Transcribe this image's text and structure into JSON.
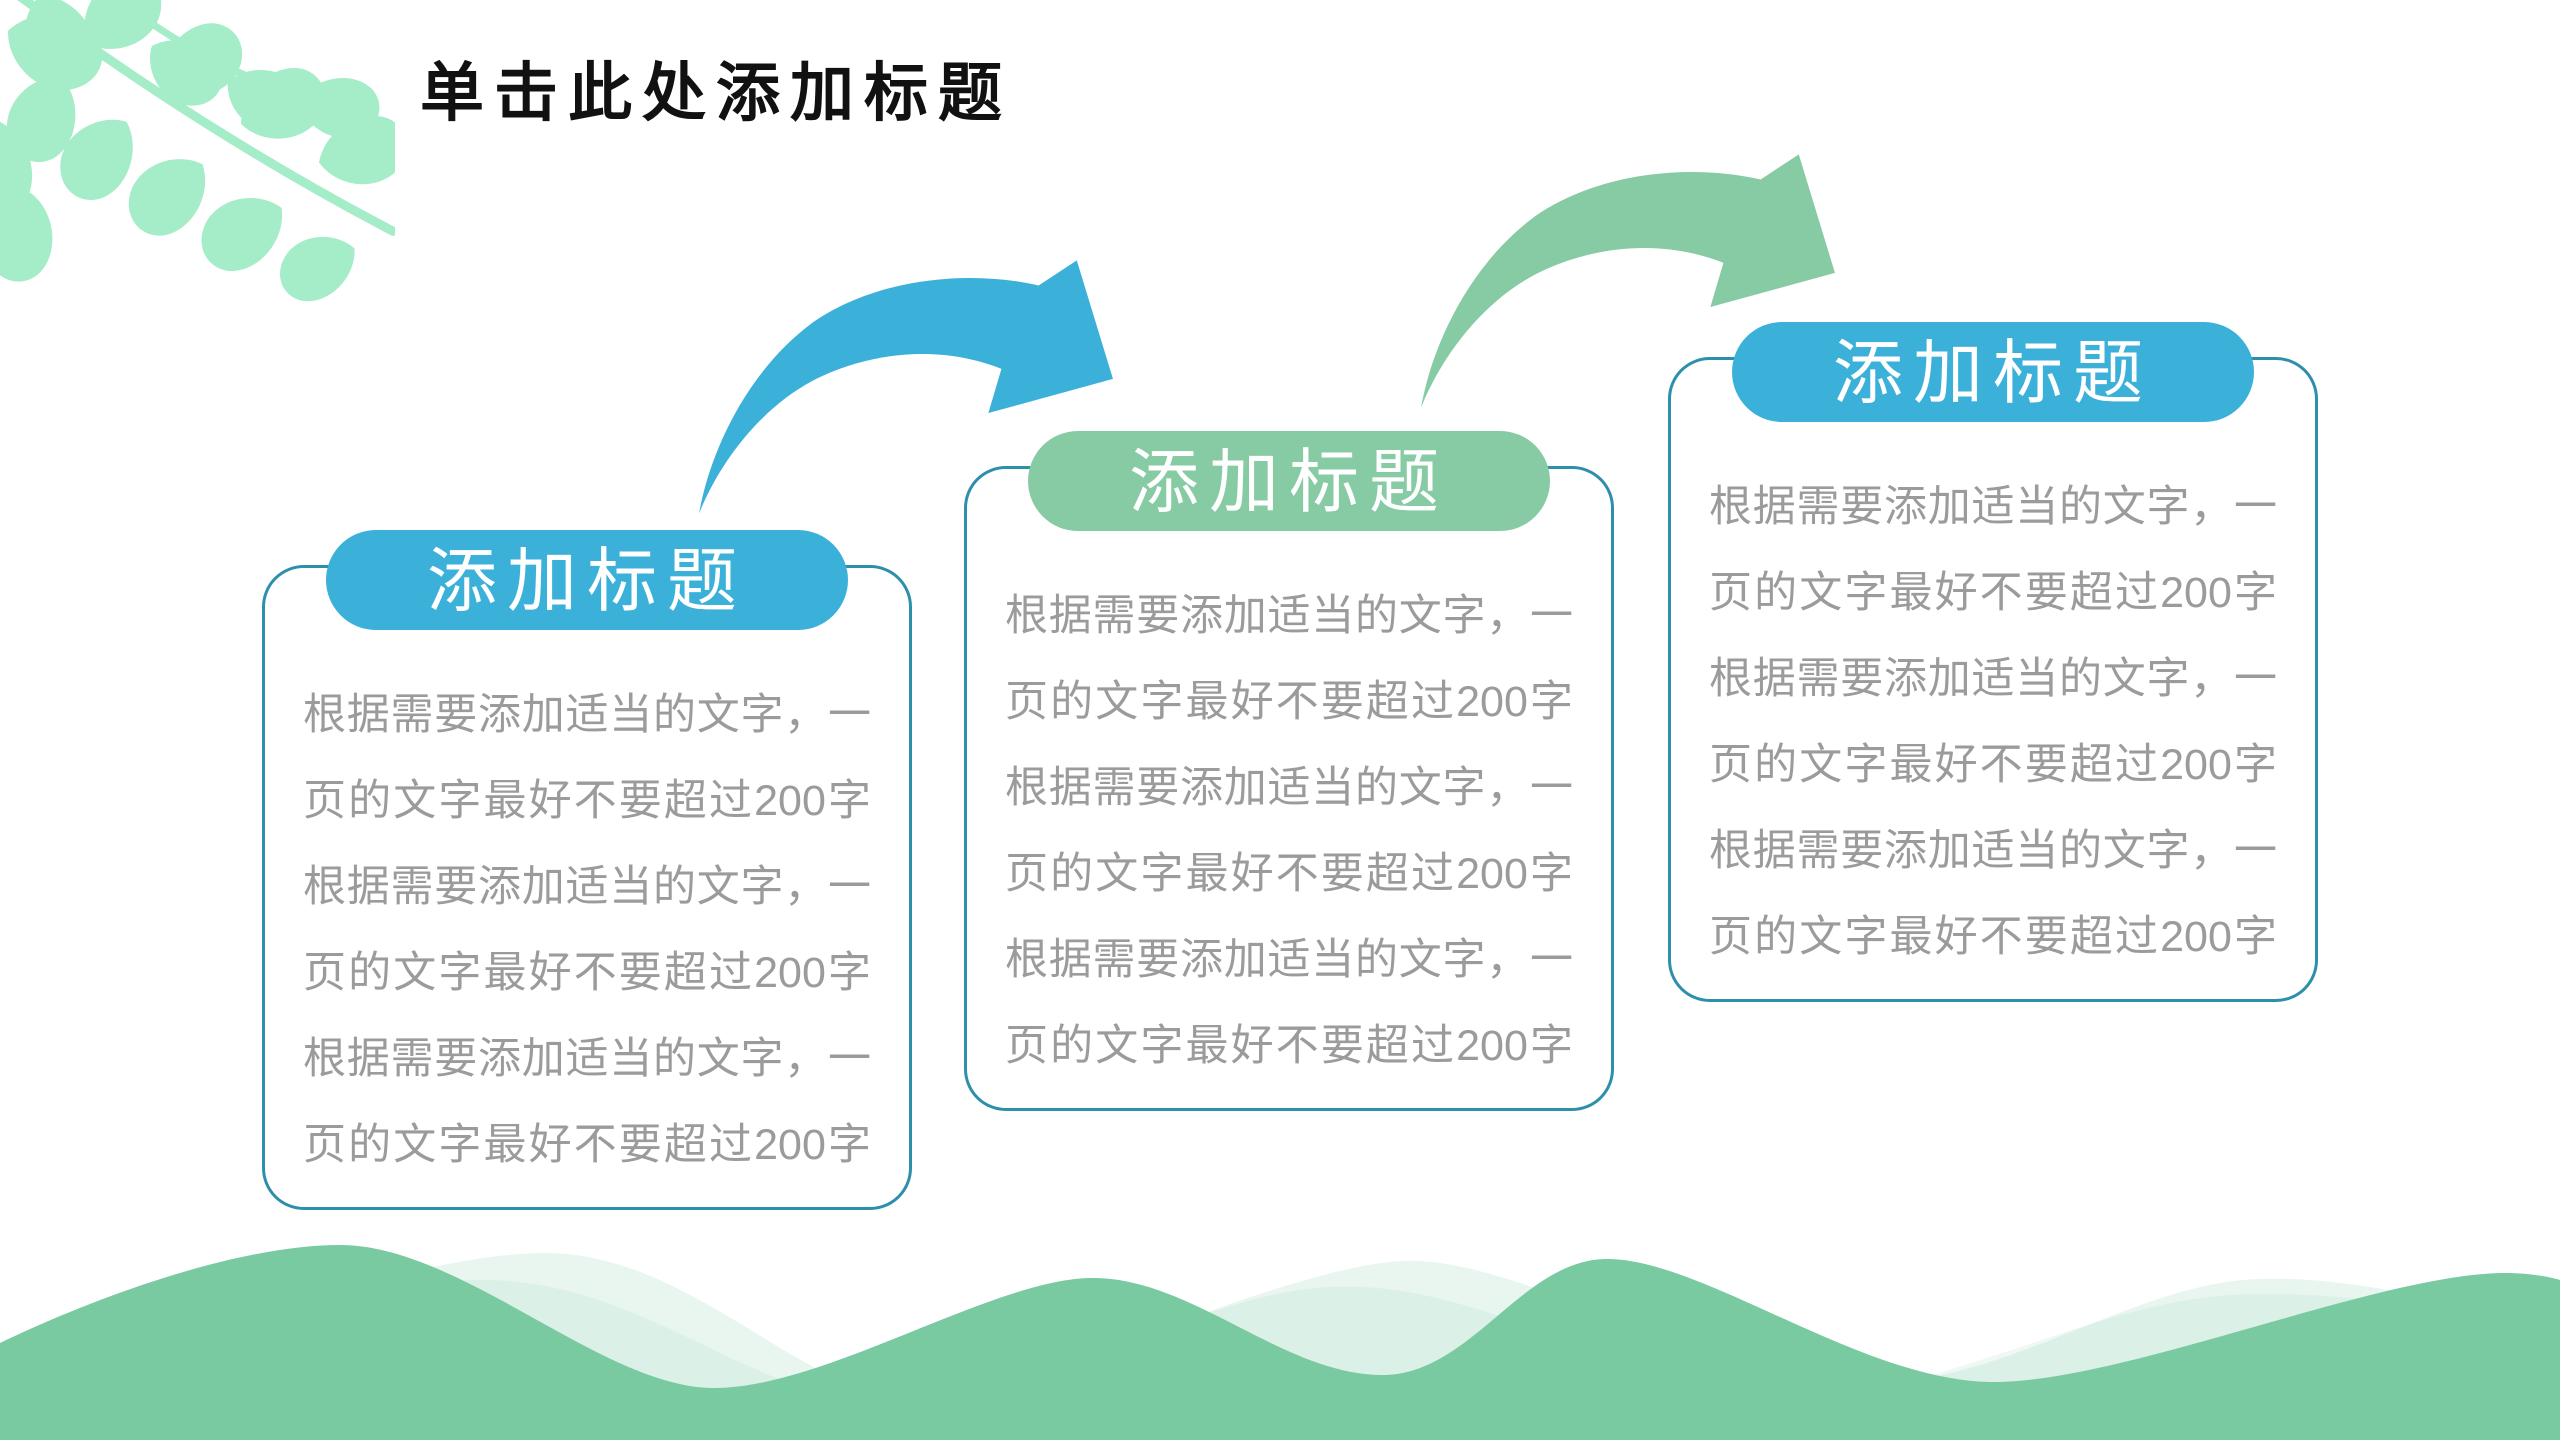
{
  "slide": {
    "title": "单击此处添加标题"
  },
  "cards": [
    {
      "header": "添加标题",
      "accent": "blue",
      "body_lines": [
        "根据需要添加适当的文字，一",
        "页的文字最好不要超过200字",
        "根据需要添加适当的文字，一",
        "页的文字最好不要超过200字",
        "根据需要添加适当的文字，一",
        "页的文字最好不要超过200字"
      ]
    },
    {
      "header": "添加标题",
      "accent": "green",
      "body_lines": [
        "根据需要添加适当的文字，一",
        "页的文字最好不要超过200字",
        "根据需要添加适当的文字，一",
        "页的文字最好不要超过200字",
        "根据需要添加适当的文字，一",
        "页的文字最好不要超过200字"
      ]
    },
    {
      "header": "添加标题",
      "accent": "blue",
      "body_lines": [
        "根据需要添加适当的文字，一",
        "页的文字最好不要超过200字",
        "根据需要添加适当的文字，一",
        "页的文字最好不要超过200字",
        "根据需要添加适当的文字，一",
        "页的文字最好不要超过200字"
      ]
    }
  ],
  "colors": {
    "blue": "#3BB1DA",
    "green": "#87CBA4",
    "card-border": "#2E8FAC",
    "body-text": "#9B9B9B",
    "title-text": "#111111",
    "leaf": "#A5ECC9",
    "wave": "#79C9A1"
  },
  "decorations": {
    "leaf_branch": "leaf-branch-top-left",
    "arrows": [
      "blue-curved-arrow",
      "green-curved-arrow"
    ],
    "wave": "bottom-wave"
  }
}
